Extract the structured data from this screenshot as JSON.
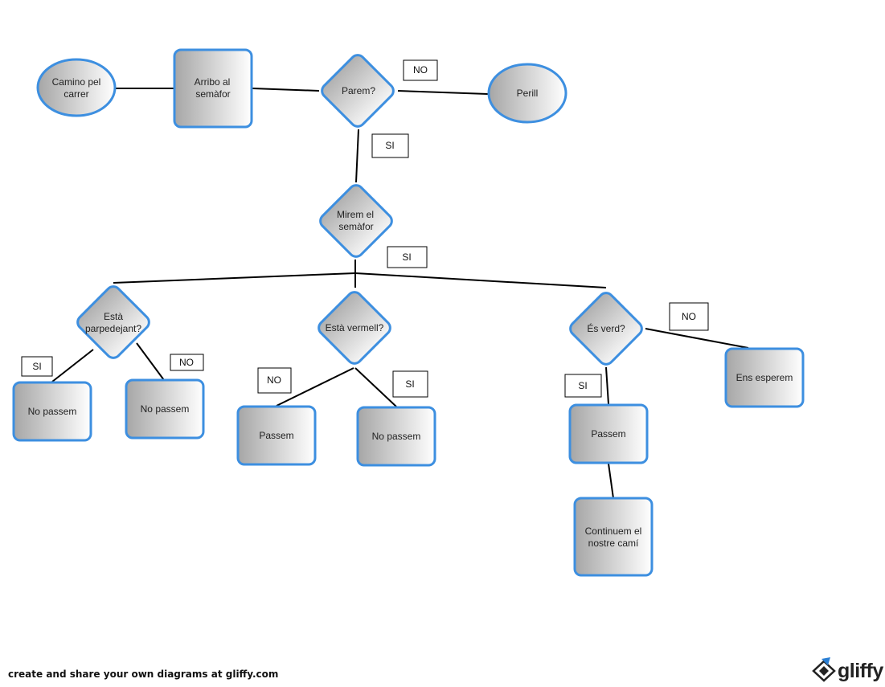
{
  "diagram": {
    "nodes": {
      "camino": [
        "Camino pel",
        "carrer"
      ],
      "arribo": [
        "Arribo al",
        "semàfor"
      ],
      "parem": [
        "Parem?"
      ],
      "perill": [
        "Perill"
      ],
      "mirem": [
        "Mirem el",
        "semàfor"
      ],
      "parpadeja": [
        "Està",
        "parpedejant?"
      ],
      "vermell": [
        "Està vermell?"
      ],
      "verd": [
        "És verd?"
      ],
      "nopassem1": [
        "No passem"
      ],
      "nopassem2": [
        "No passem"
      ],
      "passem1": [
        "Passem"
      ],
      "nopassem3": [
        "No passem"
      ],
      "passem2": [
        "Passem"
      ],
      "esperem": [
        "Ens esperem"
      ],
      "continuem": [
        "Continuem el",
        "nostre camí"
      ]
    },
    "labels": {
      "parem_no": "NO",
      "parem_si": "SI",
      "mirem_si": "SI",
      "parpadeja_si": "SI",
      "parpadeja_no": "NO",
      "vermell_no": "NO",
      "vermell_si": "SI",
      "verd_no": "NO",
      "verd_si": "SI"
    }
  },
  "footer": {
    "text": "create and share your own diagrams at gliffy.com",
    "logo": "gliffy",
    "logo_icon": "gliffy-logo-icon"
  },
  "colors": {
    "node_border": "#3d8fe0",
    "node_fill_start": "#a8a8a8",
    "node_fill_end": "#ffffff",
    "line": "#000000"
  }
}
